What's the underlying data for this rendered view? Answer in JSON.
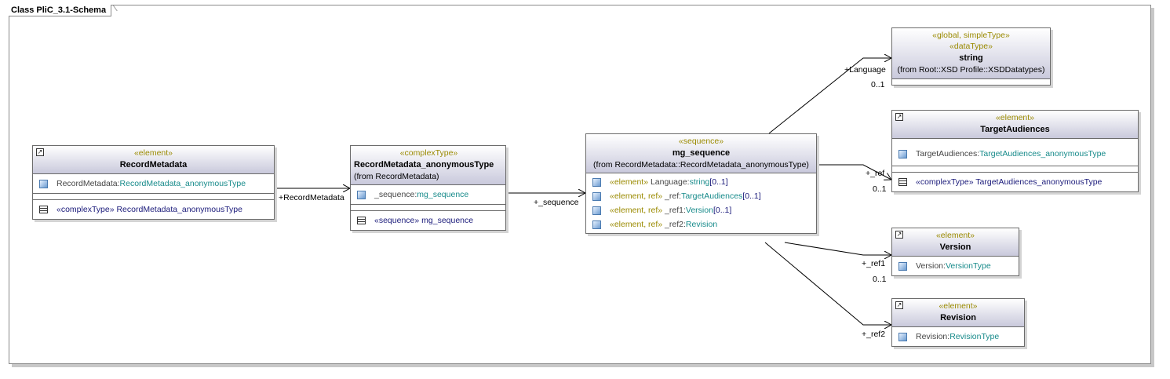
{
  "frame": {
    "title": "Class PliC_3.1-Schema"
  },
  "classes": {
    "record_metadata": {
      "stereotype": "«element»",
      "name": "RecordMetadata",
      "attr_name": "RecordMetadata:",
      "attr_type": "RecordMetadata_anonymousType",
      "nested_stereo": "«complexType»",
      "nested_name": "RecordMetadata_anonymousType"
    },
    "anon_type": {
      "stereotype": "«complexType»",
      "name": "RecordMetadata_anonymousType",
      "from": "(from RecordMetadata)",
      "attr_name": "_sequence:",
      "attr_type": "mg_sequence",
      "nested_stereo": "«sequence»",
      "nested_name": "mg_sequence"
    },
    "mg_sequence": {
      "stereotype": "«sequence»",
      "name": "mg_sequence",
      "from": "(from RecordMetadata::RecordMetadata_anonymousType)",
      "rows": [
        {
          "stereo": "«element»",
          "name": " Language:",
          "type": "string",
          "mult": "[0..1]"
        },
        {
          "stereo": "«element, ref»",
          "name": " _ref:",
          "type": "TargetAudiences",
          "mult": "[0..1]"
        },
        {
          "stereo": "«element, ref»",
          "name": " _ref1:",
          "type": "Version",
          "mult": "[0..1]"
        },
        {
          "stereo": "«element, ref»",
          "name": " _ref2:",
          "type": "Revision",
          "mult": ""
        }
      ]
    },
    "string": {
      "stereotype1": "«global, simpleType»",
      "stereotype2": "«dataType»",
      "name": "string",
      "from": "(from Root::XSD Profile::XSDDatatypes)"
    },
    "target_audiences": {
      "stereotype": "«element»",
      "name": "TargetAudiences",
      "attr_name": "TargetAudiences:",
      "attr_type": "TargetAudiences_anonymousType",
      "nested_stereo": "«complexType»",
      "nested_name": "TargetAudiences_anonymousType"
    },
    "version": {
      "stereotype": "«element»",
      "name": "Version",
      "attr_name": "Version:",
      "attr_type": "VersionType"
    },
    "revision": {
      "stereotype": "«element»",
      "name": "Revision",
      "attr_name": "Revision:",
      "attr_type": "RevisionType"
    }
  },
  "connectors": {
    "record_metadata_role": "+RecordMetadata",
    "sequence_role": "+_sequence",
    "language_role": "+Language",
    "language_mult": "0..1",
    "ref_role": "+_ref",
    "ref_mult": "0..1",
    "ref1_role": "+_ref1",
    "ref1_mult": "0..1",
    "ref2_role": "+_ref2"
  }
}
